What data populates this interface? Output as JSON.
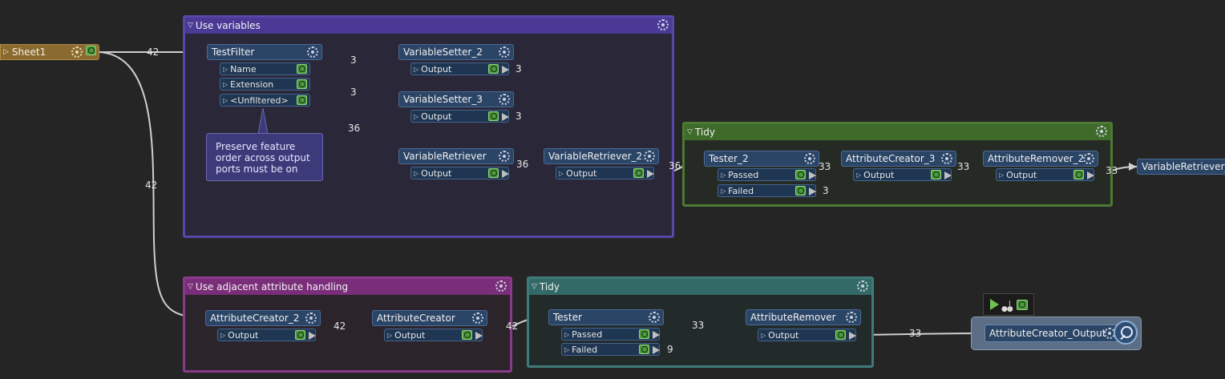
{
  "reader": {
    "label": "Sheet1"
  },
  "bookmarks": {
    "use_variables": {
      "title": "Use variables",
      "color": "#5846a8",
      "bg": "#2a2838"
    },
    "tidy_top": {
      "title": "Tidy",
      "color": "#4c7a34",
      "bg": "#262a25"
    },
    "adjacent": {
      "title": "Use adjacent attribute handling",
      "color": "#8a3a8a",
      "bg": "#2b242b"
    },
    "tidy_bottom": {
      "title": "Tidy",
      "color": "#3f7a78",
      "bg": "#232a2a"
    }
  },
  "transformers": {
    "testfilter": {
      "label": "TestFilter",
      "ports": [
        "Name",
        "Extension",
        "<Unfiltered>"
      ]
    },
    "variablesetter_2": {
      "label": "VariableSetter_2",
      "port": "Output"
    },
    "variablesetter_3": {
      "label": "VariableSetter_3",
      "port": "Output"
    },
    "variableretriever": {
      "label": "VariableRetriever",
      "port": "Output"
    },
    "variableretriever_2": {
      "label": "VariableRetriever_2",
      "port": "Output"
    },
    "tester_2": {
      "label": "Tester_2",
      "ports": [
        "Passed",
        "Failed"
      ]
    },
    "attributecreator_3": {
      "label": "AttributeCreator_3",
      "port": "Output"
    },
    "attributeremover_2": {
      "label": "AttributeRemover_2",
      "port": "Output"
    },
    "variableretriever_offscreen": {
      "label": "VariableRetriever_C"
    },
    "attributecreator_2": {
      "label": "AttributeCreator_2",
      "port": "Output"
    },
    "attributecreator": {
      "label": "AttributeCreator",
      "port": "Output"
    },
    "tester": {
      "label": "Tester",
      "ports": [
        "Passed",
        "Failed"
      ]
    },
    "attributeremover": {
      "label": "AttributeRemover",
      "port": "Output"
    },
    "attributecreator_output": {
      "label": "AttributeCreator_Output"
    }
  },
  "annotation": {
    "lines": [
      "Preserve feature",
      "order across output",
      "ports must be on"
    ]
  },
  "counts": {
    "sheet_to_testfilter": "42",
    "sheet_to_attributecreator2": "42",
    "name_to_setter2": "3",
    "setter2_out": "3",
    "extension_to_setter3": "3",
    "setter3_out": "3",
    "unfiltered_to_retriever": "36",
    "retriever_to_retriever2": "36",
    "retriever2_to_tester2": "36",
    "tester2_passed": "33",
    "tester2_failed": "3",
    "creator3_out": "33",
    "remover2_out": "33",
    "creator2_out": "42",
    "creator_out": "42",
    "tester_passed": "33",
    "tester_failed": "9",
    "remover_out": "33"
  }
}
